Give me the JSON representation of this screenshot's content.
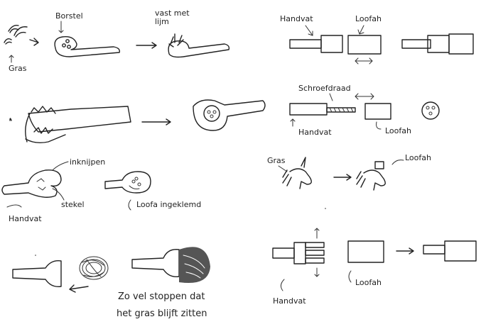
{
  "labels": {
    "gras_1": "Gras",
    "borstel": "Borstel",
    "vast_met_lijm": "vast met\nlijm",
    "handvat_1": "Handvat",
    "loofah_1": "Loofah",
    "schroefdraad": "Schroefdraad",
    "handvat_2": "Handvat",
    "loofah_2": "Loofah",
    "inknijpen": "inknijpen",
    "stekel": "stekel",
    "handvat_3": "Handvat",
    "loofa_ingeklemd": "Loofa ingeklemd",
    "gras_2": "Gras",
    "loofah_3": "Loofah",
    "handvat_4": "Handvat",
    "loofah_4": "Loofah",
    "zo_veel_stoppen_1": "Zo vel stoppen dat",
    "zo_veel_stoppen_2": "het gras blijft zitten"
  }
}
